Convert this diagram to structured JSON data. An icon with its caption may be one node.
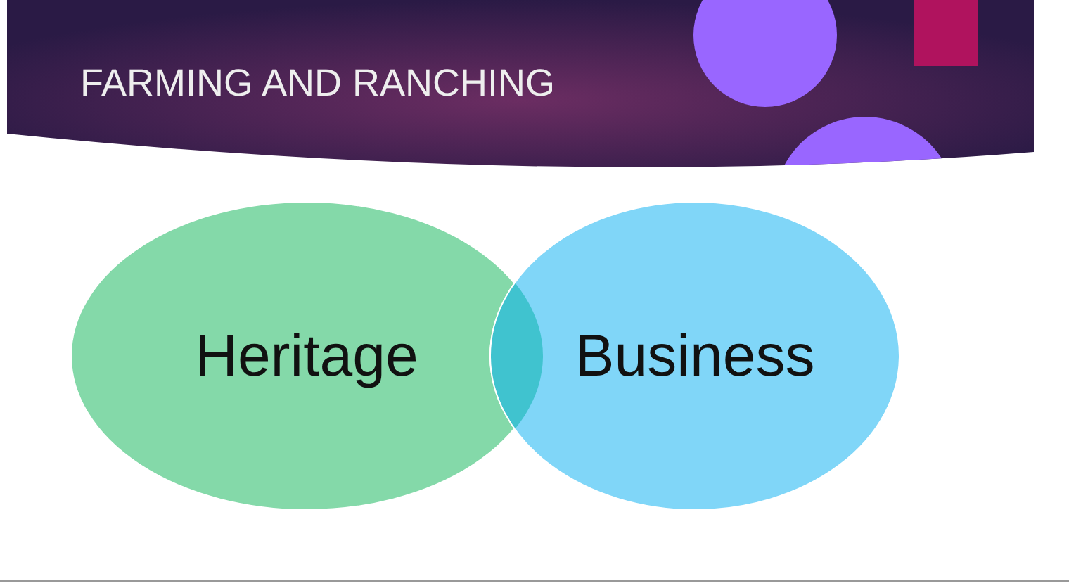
{
  "diagram": {
    "title": "FARMING AND RANCHING",
    "nodes": [
      {
        "text": [
          "Heritage"
        ]
      },
      {
        "text": [
          "Business"
        ]
      }
    ],
    "edges": []
  }
}
